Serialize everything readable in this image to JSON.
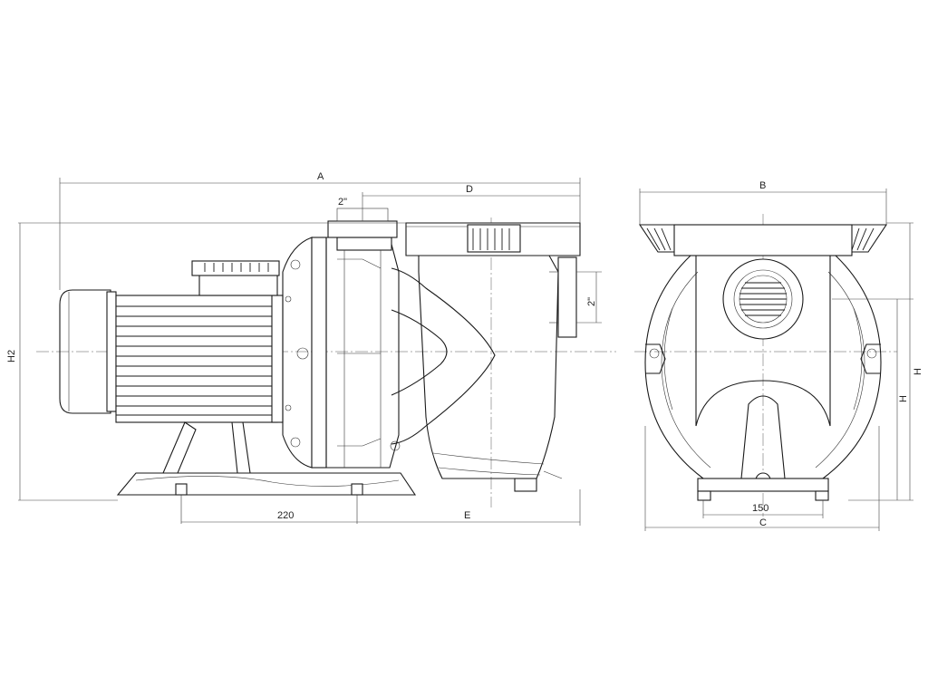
{
  "dimensions": {
    "A": "A",
    "B": "B",
    "C": "C",
    "D": "D",
    "E": "E",
    "H": "H",
    "H2": "H2",
    "inlet_size": "2\"",
    "outlet_size": "2\"",
    "foot_spacing": "220",
    "base_width": "150"
  },
  "colors": {
    "line": "#1a1a1a",
    "background": "#ffffff"
  }
}
